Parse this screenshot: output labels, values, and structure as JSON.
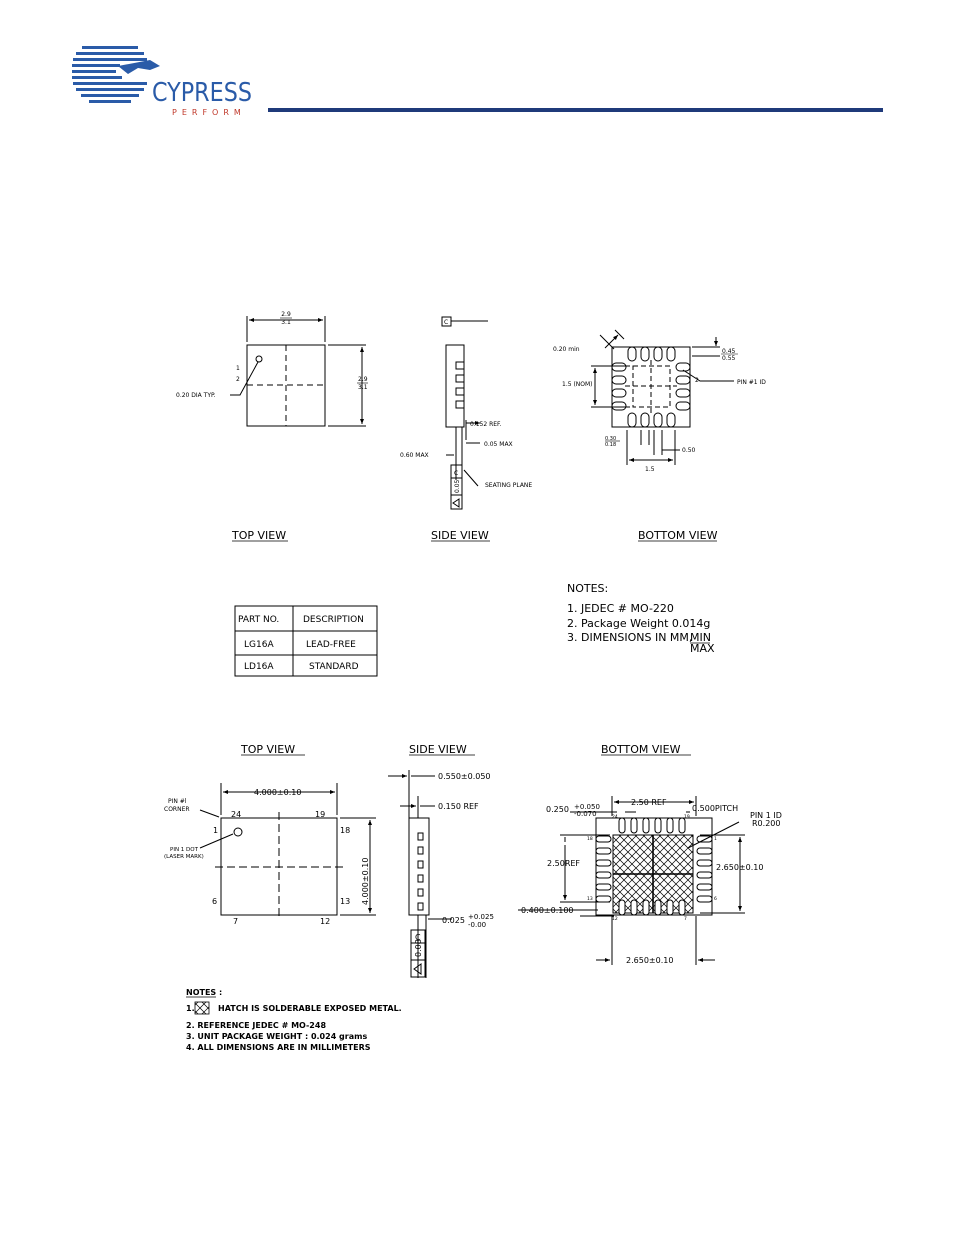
{
  "header": {
    "brand": "CYPRESS",
    "tagline": "PERFORM",
    "rule_color": "#1f3a7a",
    "logo_color": "#2a5ba8",
    "tagline_color": "#c0392b"
  },
  "pkg16": {
    "top": {
      "title": "TOP VIEW",
      "width_min": "2.9",
      "width_max": "3.1",
      "height_min": "2.9",
      "height_max": "3.1",
      "pin1": "1",
      "pin2": "2",
      "dia_note": "0.20 DIA TYP."
    },
    "side": {
      "title": "SIDE VIEW",
      "datum": "C",
      "ref": "0.152 REF.",
      "standoff": "0.05 MAX",
      "height": "0.60 MAX",
      "seating": "SEATING PLANE",
      "tol": "0.05",
      "tol_datum": "C"
    },
    "bottom": {
      "title": "BOTTOM VIEW",
      "chamfer": "0.20 min",
      "pad_max": "0.45",
      "pad_min": "0.55",
      "nom": "1.5 (NOM)",
      "pin_num": "2",
      "pin_id": "PIN #1 ID",
      "lead_min": "0.30",
      "lead_max": "0.18",
      "pitch": "0.50",
      "span": "1.5"
    },
    "table": {
      "headers": [
        "PART NO.",
        "DESCRIPTION"
      ],
      "rows": [
        [
          "LG16A",
          "LEAD-FREE"
        ],
        [
          "LD16A",
          "STANDARD"
        ]
      ]
    },
    "notes": {
      "title": "NOTES:",
      "n1": "1. JEDEC #  MO-220",
      "n2": "2. Package Weight 0.014g",
      "n3": "3. DIMENSIONS IN MM,",
      "n3_min": "MIN",
      "n3_max": "MAX"
    }
  },
  "pkg24": {
    "top": {
      "title": "TOP VIEW",
      "width": "4.000±0.10",
      "height": "4.000±0.10",
      "corner_line1": "PIN #l",
      "corner_line2": "CORNER",
      "dot_line1": "PIN 1 DOT",
      "dot_line2": "(LASER MARK)",
      "p24": "24",
      "p19": "19",
      "p1": "1",
      "p18": "18",
      "p6": "6",
      "p13": "13",
      "p7": "7",
      "p12": "12"
    },
    "side": {
      "title": "SIDE VIEW",
      "height": "0.550±0.050",
      "ref": "0.150 REF",
      "standoff": "0.025",
      "standoff_plus": "+0.025",
      "standoff_minus": "-0.00",
      "tol": "0.08",
      "tol_datum": "C"
    },
    "bottom": {
      "title": "BOTTOM VIEW",
      "lead_w": "0.250",
      "lead_plus": "+0.050",
      "lead_minus": "-0.070",
      "ref_top": "2.50 REF",
      "pitch": "0.500PITCH",
      "pin_id": "PIN 1 ID",
      "pin_r": "R0.200",
      "ref_left": "2.50REF",
      "pad_v": "2.650±0.10",
      "pad_h": "2.650±0.10",
      "lead_len": "0.400±0.100",
      "pad_labels": [
        "24",
        "1",
        "18",
        "13",
        "6",
        "12",
        "7",
        "19"
      ]
    },
    "notes": {
      "title": "NOTES :",
      "n1_prefix": "1.",
      "n1": "HATCH IS SOLDERABLE EXPOSED METAL.",
      "n2": "2. REFERENCE JEDEC # MO-248",
      "n3": "3. UNIT PACKAGE WEIGHT : 0.024 grams",
      "n4": "4. ALL DIMENSIONS ARE IN MILLIMETERS"
    }
  }
}
